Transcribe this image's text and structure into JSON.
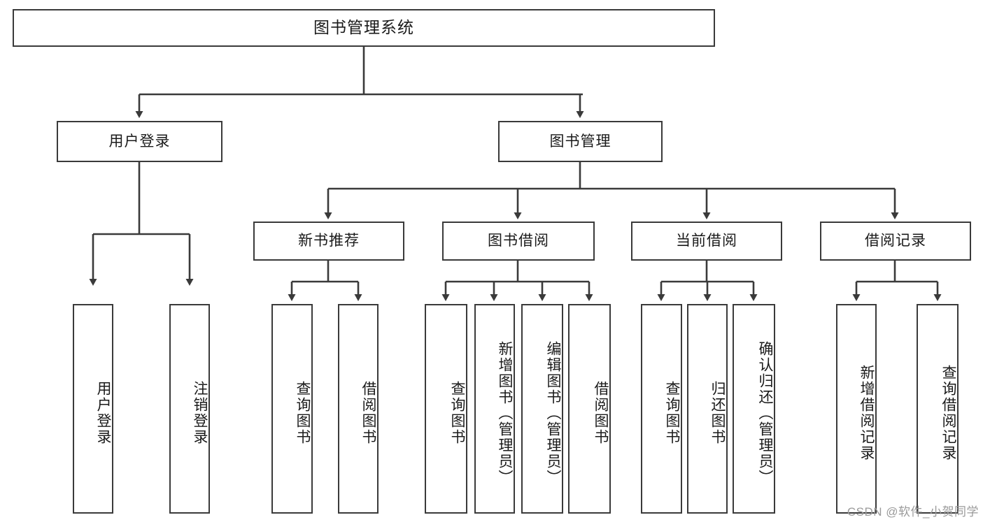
{
  "diagram": {
    "type": "tree-hierarchy",
    "title": "图书管理系统",
    "root": {
      "label": "图书管理系统"
    },
    "level1": [
      {
        "id": "user-login",
        "label": "用户登录"
      },
      {
        "id": "book-manage",
        "label": "图书管理"
      }
    ],
    "level2": [
      {
        "id": "new-book-rec",
        "label": "新书推荐"
      },
      {
        "id": "book-borrow",
        "label": "图书借阅"
      },
      {
        "id": "current-borrow",
        "label": "当前借阅"
      },
      {
        "id": "borrow-record",
        "label": "借阅记录"
      }
    ],
    "leaves": {
      "user_login": [
        {
          "id": "leaf-user-login",
          "label": "用户登录"
        },
        {
          "id": "leaf-logout",
          "label": "注销登录"
        }
      ],
      "new_book_rec": [
        {
          "id": "leaf-query-book-1",
          "label": "查询图书"
        },
        {
          "id": "leaf-borrow-book-1",
          "label": "借阅图书"
        }
      ],
      "book_borrow": [
        {
          "id": "leaf-query-book-2",
          "label": "查询图书"
        },
        {
          "id": "leaf-add-book",
          "label": "新增图书（管理员）"
        },
        {
          "id": "leaf-edit-book",
          "label": "编辑图书（管理员）"
        },
        {
          "id": "leaf-borrow-book-2",
          "label": "借阅图书"
        }
      ],
      "current_borrow": [
        {
          "id": "leaf-query-book-3",
          "label": "查询图书"
        },
        {
          "id": "leaf-return-book",
          "label": "归还图书"
        },
        {
          "id": "leaf-confirm-return",
          "label": "确认归还（管理员）"
        }
      ],
      "borrow_record": [
        {
          "id": "leaf-add-record",
          "label": "新增借阅记录"
        },
        {
          "id": "leaf-query-record",
          "label": "查询借阅记录"
        }
      ]
    }
  },
  "watermark": {
    "text": "CSDN @软件_小贺同学"
  },
  "colors": {
    "stroke": "#3a3a3a",
    "text": "#1a1a1a",
    "background": "#ffffff",
    "watermark": "#9a9a9a"
  }
}
